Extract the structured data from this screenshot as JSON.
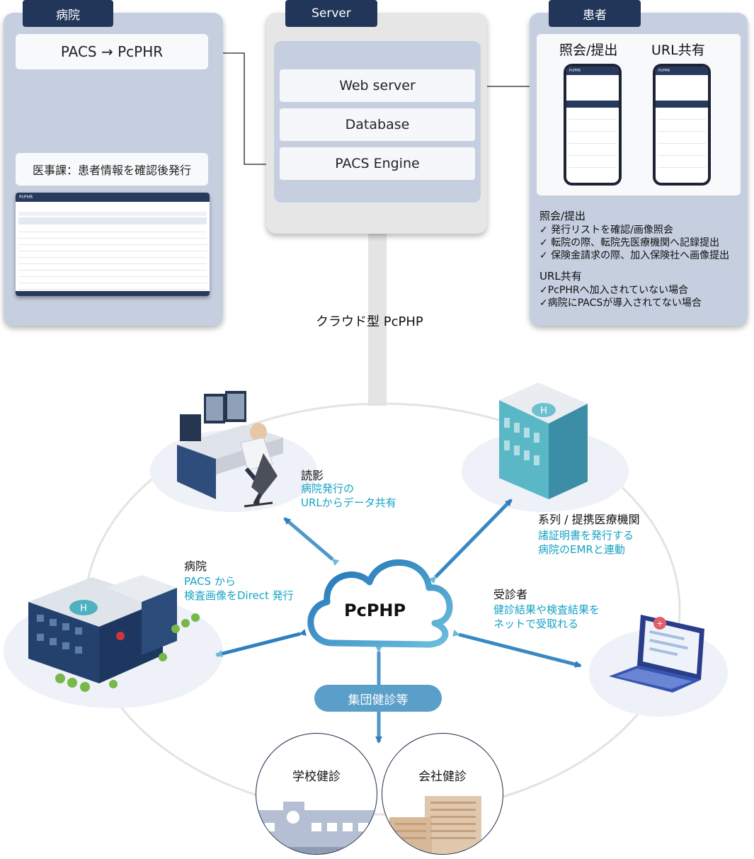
{
  "hospital_panel": {
    "tab": "病院",
    "box1": "PACS → PcPHR",
    "box2": "医事課：患者情報を確認後発行",
    "mini_app_title": "PcPHR"
  },
  "server_panel": {
    "tab": "Server",
    "rows": [
      "Web server",
      "Database",
      "PACS Engine"
    ]
  },
  "patient_panel": {
    "tab": "患者",
    "col1": "照会/提出",
    "col2": "URL共有",
    "phone_app_title": "PcPHR",
    "section1_title": "照会/提出",
    "section1_items": [
      "✓ 発行リストを確認/画像照会",
      "✓ 転院の際、転院先医療機関へ記録提出",
      "✓ 保険金請求の際、加入保険社へ画像提出"
    ],
    "section2_title": "URL共有",
    "section2_items": [
      "✓PcPHRへ加入されていない場合",
      "✓病院にPACSが導入されてない場合"
    ]
  },
  "cloud_caption": "クラウド型 PcPHP",
  "center_cloud": "PcPHP",
  "nodes": {
    "reading": {
      "title": "読影",
      "desc": [
        "病院発行の",
        "URLからデータ共有"
      ]
    },
    "affiliate": {
      "title": "系列 / 提携医療機関",
      "desc": [
        "諸証明書を発行する",
        "病院のEMRと連動"
      ]
    },
    "hospital": {
      "title": "病院",
      "desc": [
        "PACS から",
        "検査画像をDirect 発行"
      ]
    },
    "examinee": {
      "title": "受診者",
      "desc": [
        "健診結果や検査結果を",
        "ネットで受取れる"
      ]
    }
  },
  "group_pill": "集団健診等",
  "bottom_circles": [
    "学校健診",
    "会社健診"
  ],
  "colors": {
    "navy": "#22365a",
    "panel_blue": "#c5cfe0",
    "cyan_text": "#15a3c4",
    "arrow_blue": "#2f7fbf"
  }
}
